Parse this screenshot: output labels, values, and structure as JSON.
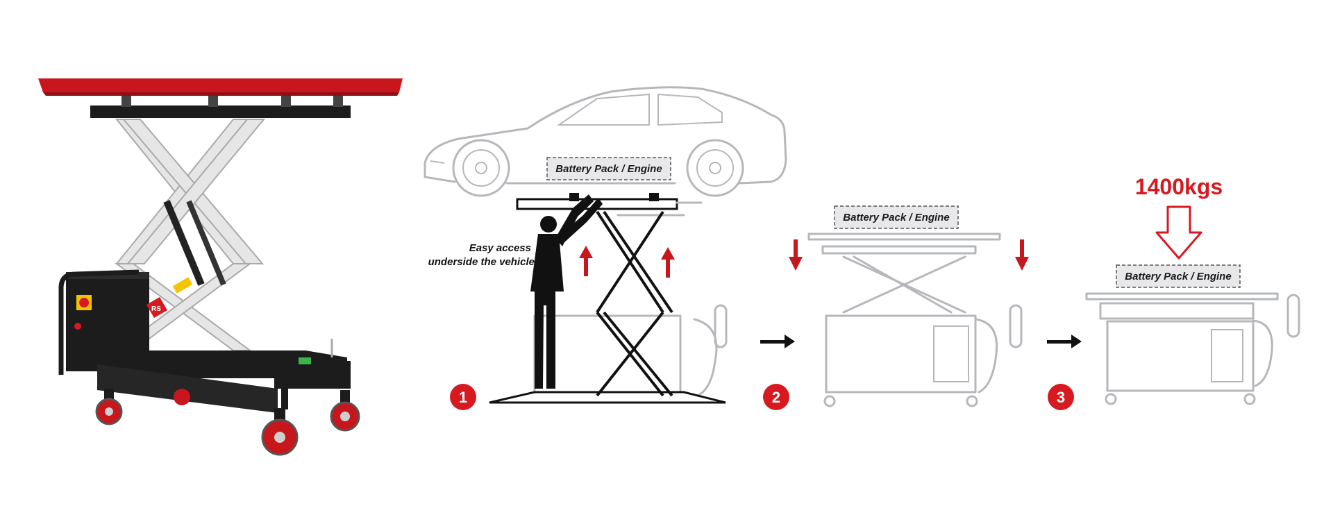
{
  "colors": {
    "accent_red": "#d71920",
    "table_red": "#c8161d",
    "frame_black": "#1c1c1c",
    "scissor_grey": "#e6e6e6",
    "ghost_grey": "#b5b7bb",
    "label_fill": "#e8e8ea"
  },
  "steps": [
    {
      "number": "1",
      "label": "Battery Pack / Engine"
    },
    {
      "number": "2",
      "label": "Battery Pack / Engine"
    },
    {
      "number": "3",
      "label": "Battery Pack / Engine"
    }
  ],
  "callout": {
    "line1": "Easy access",
    "line2": "underside the vehicle"
  },
  "capacity": "1400kgs",
  "lift_badge": "RS",
  "icons": {
    "up": "up-arrow-icon",
    "down": "down-arrow-icon",
    "next": "right-arrow-icon",
    "load": "load-arrow-icon"
  }
}
